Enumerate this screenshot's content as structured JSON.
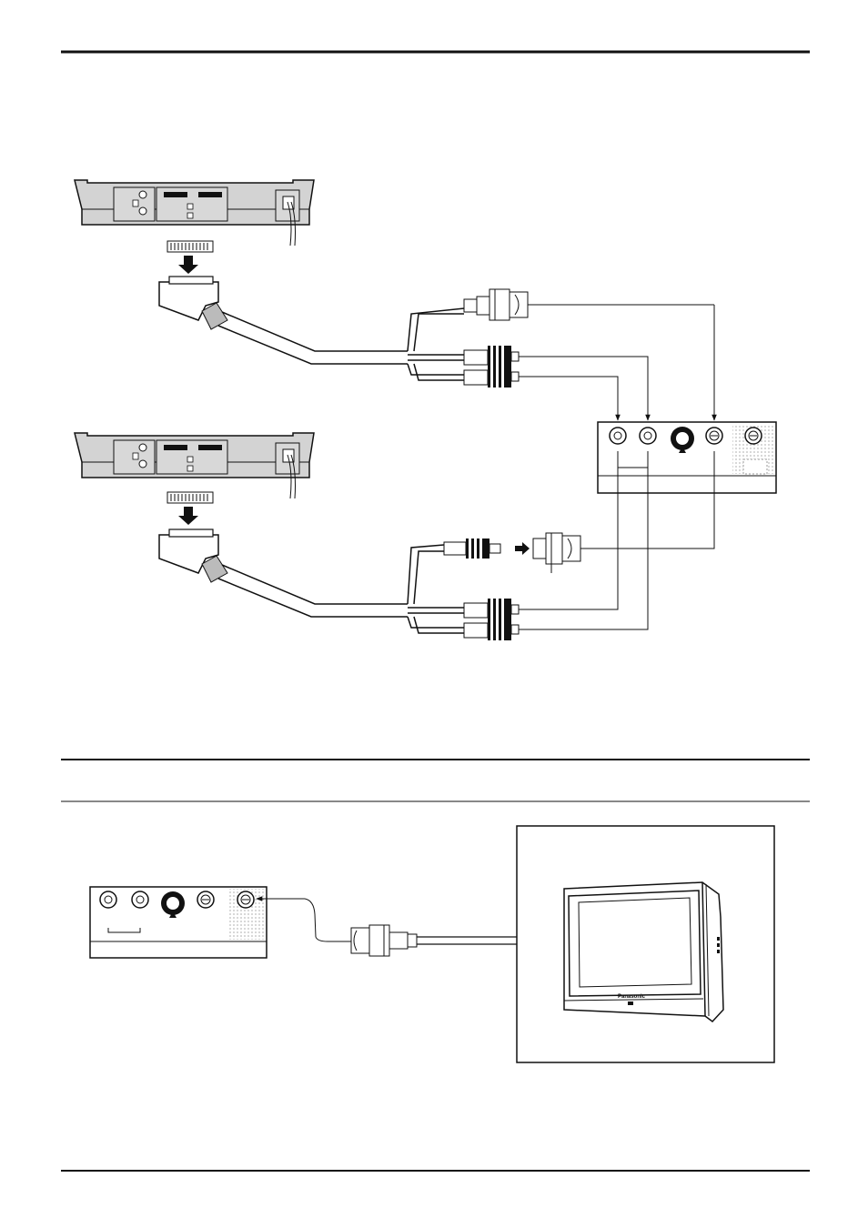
{
  "page": {
    "sections": [
      {
        "id": "vcr-connection",
        "description_visible": false
      },
      {
        "id": "monitor-output-connection",
        "description_visible": false
      }
    ]
  },
  "tv": {
    "brand_text": "Panasonic"
  }
}
